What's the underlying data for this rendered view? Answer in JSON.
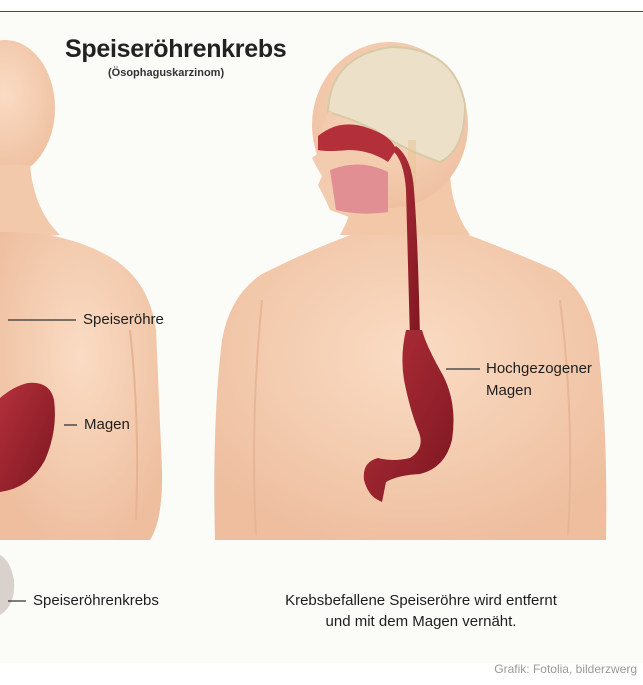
{
  "figure": {
    "title": "Speiseröhrenkrebs",
    "subtitle": "(Ösophaguskarzinom)",
    "labels": {
      "speiseroehre": "Speiseröhre",
      "magen": "Magen",
      "hochgezogener_line1": "Hochgezogener",
      "hochgezogener_line2": "Magen",
      "speiseroehrenkrebs": "Speiseröhrenkrebs",
      "caption_line1": "Krebsbefallene Speiseröhre wird entfernt",
      "caption_line2": "und mit dem Magen vernäht."
    },
    "credit": "Grafik: Fotolia, bilderzwerg"
  },
  "colors": {
    "skin": "#f6d2b6",
    "skin_shadow": "#eebfa0",
    "organ": "#a3222e",
    "organ_dark": "#7a1620",
    "brain": "#ece1c8"
  }
}
